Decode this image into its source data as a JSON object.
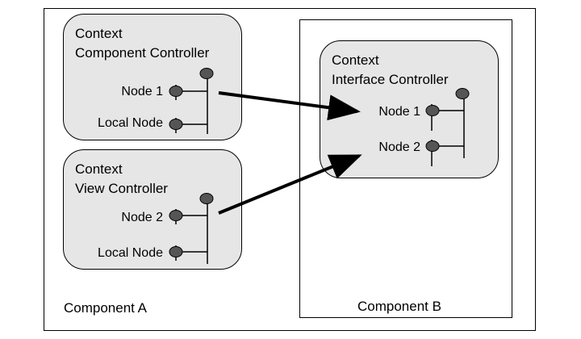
{
  "component_a": {
    "label": "Component A"
  },
  "component_b": {
    "label": "Component B"
  },
  "component_controller": {
    "line1": "Context",
    "line2": "Component Controller",
    "nodes": [
      "Node 1",
      "Local Node"
    ]
  },
  "view_controller": {
    "line1": "Context",
    "line2": "View Controller",
    "nodes": [
      "Node 2",
      "Local Node"
    ]
  },
  "interface_controller": {
    "line1": "Context",
    "line2": "Interface Controller",
    "nodes": [
      "Node 1",
      "Node 2"
    ]
  },
  "colors": {
    "panel": "#e6e6e6",
    "node": "#555555",
    "line": "#000000"
  }
}
